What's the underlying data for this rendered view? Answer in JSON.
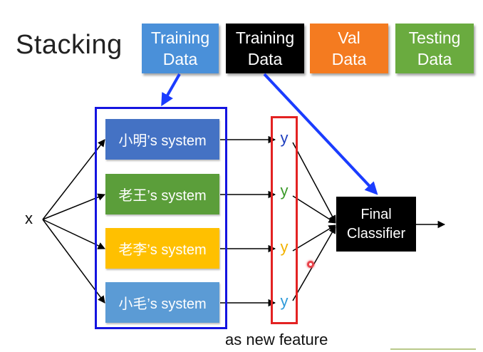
{
  "title": "Stacking",
  "data_boxes": [
    {
      "line1": "Training",
      "line2": "Data",
      "color": "#4a90d9"
    },
    {
      "line1": "Training",
      "line2": "Data",
      "color": "#000000"
    },
    {
      "line1": "Val",
      "line2": "Data",
      "color": "#f47b20"
    },
    {
      "line1": "Testing",
      "line2": "Data",
      "color": "#6aab3f"
    }
  ],
  "systems": [
    {
      "label": "小明’s system",
      "color": "#4472c4"
    },
    {
      "label": "老王’s system",
      "color": "#5b9e3a"
    },
    {
      "label": "老李’s system",
      "color": "#ffc000"
    },
    {
      "label": "小毛’s system",
      "color": "#5b9bd5"
    }
  ],
  "outputs": [
    {
      "label": "y",
      "color": "#1f3fbf"
    },
    {
      "label": "y",
      "color": "#3c9a2a"
    },
    {
      "label": "y",
      "color": "#f2b200"
    },
    {
      "label": "y",
      "color": "#2f9bd9"
    }
  ],
  "input_label": "x",
  "final": {
    "line1": "Final",
    "line2": "Classifier"
  },
  "caption": "as new feature",
  "colors": {
    "frame_blue": "#1414e0",
    "frame_red": "#e32222",
    "arrow_blue": "#1a3cff"
  }
}
